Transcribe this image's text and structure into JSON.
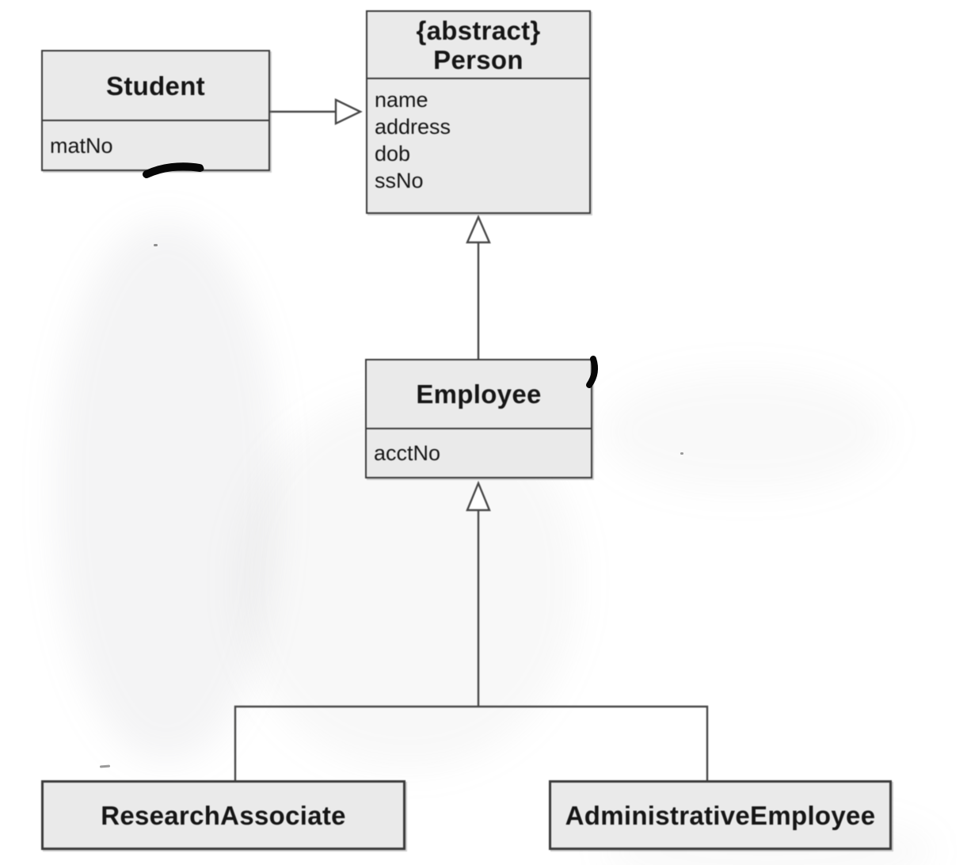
{
  "diagram": {
    "kind": "uml-class-diagram",
    "classes": [
      {
        "id": "student",
        "stereotype": "",
        "name": "Student",
        "attributes": [
          "matNo"
        ]
      },
      {
        "id": "person",
        "stereotype": "{abstract}",
        "name": "Person",
        "attributes": [
          "name",
          "address",
          "dob",
          "ssNo"
        ]
      },
      {
        "id": "employee",
        "stereotype": "",
        "name": "Employee",
        "attributes": [
          "acctNo"
        ]
      },
      {
        "id": "research-associate",
        "stereotype": "",
        "name": "ResearchAssociate",
        "attributes": []
      },
      {
        "id": "administrative-employee",
        "stereotype": "",
        "name": "AdministrativeEmployee",
        "attributes": []
      }
    ],
    "relationships": [
      {
        "type": "generalization",
        "from": "Student",
        "to": "Person"
      },
      {
        "type": "generalization",
        "from": "Employee",
        "to": "Person"
      },
      {
        "type": "generalization",
        "from": "ResearchAssociate",
        "to": "Employee"
      },
      {
        "type": "generalization",
        "from": "AdministrativeEmployee",
        "to": "Employee"
      }
    ],
    "annotations": [
      {
        "id": "pen-underline",
        "shape": "hand-drawn horizontal stroke under Student box"
      },
      {
        "id": "pen-tick",
        "shape": "hand-drawn curved tick at top-right of Employee box"
      }
    ],
    "colors": {
      "background": "#ffffff",
      "box_fill": "#eaeaea",
      "box_border": "#3a3a3a",
      "line": "#474747",
      "text": "#161616",
      "pen_mark": "#070707"
    }
  }
}
